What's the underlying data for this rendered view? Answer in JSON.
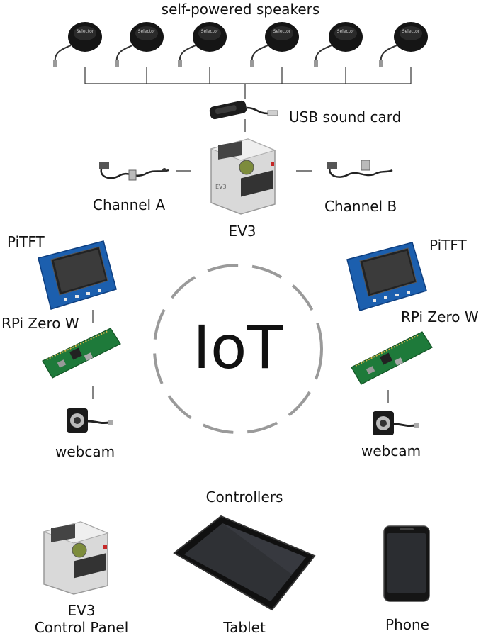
{
  "labels": {
    "speakers": "self-powered speakers",
    "usb_sound_card": "USB sound card",
    "channel_a": "Channel A",
    "channel_b": "Channel B",
    "ev3": "EV3",
    "pitft": "PiTFT",
    "rpi_zero": "RPi Zero W",
    "webcam": "webcam",
    "iot": "IoT",
    "controllers": "Controllers",
    "ev3_panel_line1": "EV3",
    "ev3_panel_line2": "Control Panel",
    "tablet": "Tablet",
    "phone": "Phone",
    "speaker_brand": "Selector",
    "ev3_brick_mark": "EV3"
  },
  "colors": {
    "speaker": "#151515",
    "wire": "#333333",
    "circle_dash": "#9a9a9a",
    "pcb_green": "#1e7a3a",
    "pitft_blue": "#1c5fae",
    "ev3_grey": "#d9d9d9",
    "ev3_button": "#7d8c3c",
    "ev3_red": "#c62828"
  }
}
